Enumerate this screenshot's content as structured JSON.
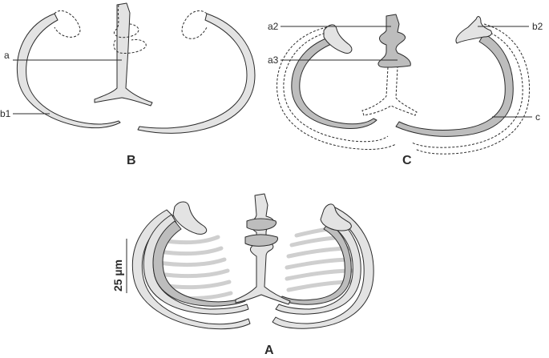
{
  "panels": {
    "A": "A",
    "B": "B",
    "C": "C"
  },
  "labels": {
    "a": "a",
    "a2": "a2",
    "a3": "a3",
    "b1": "b1",
    "b2": "b2",
    "c": "c"
  },
  "scale_bar": {
    "text": "25 µm"
  },
  "colors": {
    "outline": "#2b2b2b",
    "fill_light": "#e3e3e3",
    "fill_dark": "#bdbdbd",
    "striations": "#cfcfcf"
  }
}
